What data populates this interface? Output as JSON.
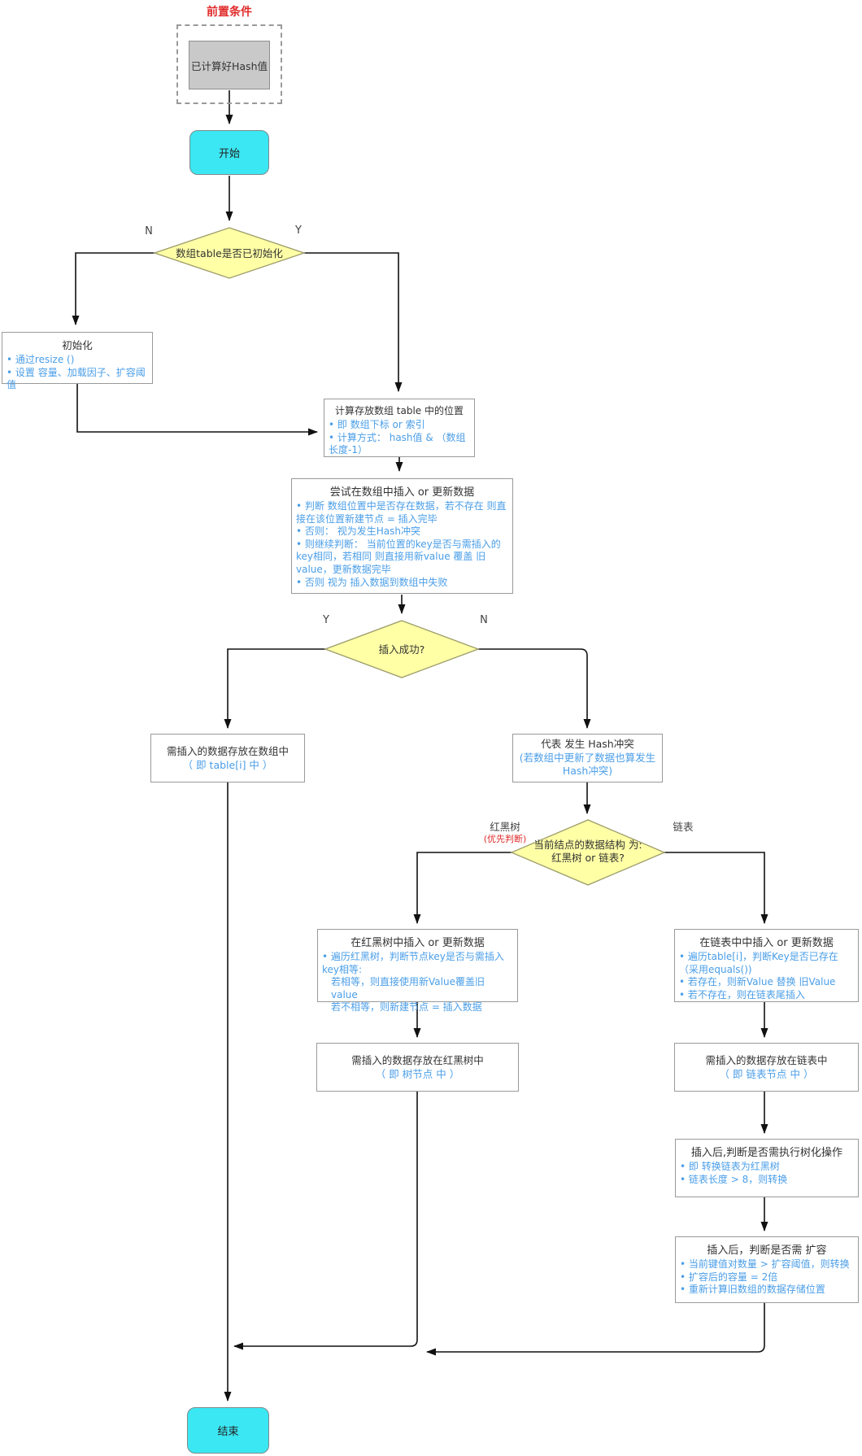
{
  "colors": {
    "precondition_red": "#e02b2b",
    "bullet_blue": "#4a9ee8",
    "decision_fill": "#ffffa6",
    "terminal_fill": "#3be7f2"
  },
  "pre": {
    "label": "前置条件",
    "box": "已计算好Hash值"
  },
  "start": "开始",
  "end": "结束",
  "decisions": {
    "d1": {
      "text": "数组table是否已初始化",
      "no": "N",
      "yes": "Y"
    },
    "d2": {
      "text": "插入成功?",
      "yes": "Y",
      "no": "N"
    },
    "d3": {
      "line1": "当前结点的数据结构 为:",
      "line2": "红黑树 or 链表?",
      "left": "红黑树",
      "left_note": "(优先判断)",
      "right": "链表"
    }
  },
  "boxes": {
    "init": {
      "title": "初始化",
      "b": [
        "通过resize ()",
        "设置 容量、加载因子、扩容阈值"
      ]
    },
    "calc": {
      "title": "计算存放数组 table 中的位置",
      "b": [
        "即 数组下标 or 索引",
        "计算方式： hash值 & （数组长度-1）"
      ]
    },
    "try": {
      "title": "尝试在数组中插入 or 更新数据",
      "b": [
        "判断 数组位置中是否存在数据，若不存在 则直接在该位置新建节点 =  插入完毕",
        "否则： 视为发生Hash冲突",
        "则继续判断： 当前位置的key是否与需插入的key相同，若相同 则直接用新value 覆盖 旧value，更新数据完毕",
        "否则 视为 插入数据到数组中失败"
      ]
    },
    "array_store": {
      "line1": "需插入的数据存放在数组中",
      "line2": "（ 即 table[i] 中 ）"
    },
    "conflict": {
      "line1": "代表 发生 Hash冲突",
      "line2": "(若数组中更新了数据也算发生 Hash冲突)"
    },
    "rbt": {
      "title": "在红黑树中插入 or 更新数据",
      "b0": "遍历红黑树，判断节点key是否与需插入key相等:",
      "l1": "若相等，则直接使用新Value覆盖旧 value",
      "l2": "若不相等，则新建节点 = 插入数据"
    },
    "list": {
      "title": "在链表中中插入 or 更新数据",
      "b": [
        "遍历table[i]，判断Key是否已存在（采用equals())",
        "若存在，则新Value 替换 旧Value",
        "若不存在，则在链表尾插入"
      ]
    },
    "rbt_store": {
      "line1": "需插入的数据存放在红黑树中",
      "line2": "（ 即 树节点 中 ）"
    },
    "list_store": {
      "line1": "需插入的数据存放在链表中",
      "line2": "（ 即 链表节点 中 ）"
    },
    "treeify": {
      "title": "插入后,判断是否需执行树化操作",
      "b": [
        "即 转换链表为红黑树",
        "链表长度 > 8，则转换"
      ]
    },
    "resize": {
      "title": "插入后，判断是否需 扩容",
      "b": [
        "当前键值对数量 > 扩容阈值，则转换",
        "扩容后的容量 = 2倍",
        "重新计算旧数组的数据存储位置"
      ]
    }
  }
}
